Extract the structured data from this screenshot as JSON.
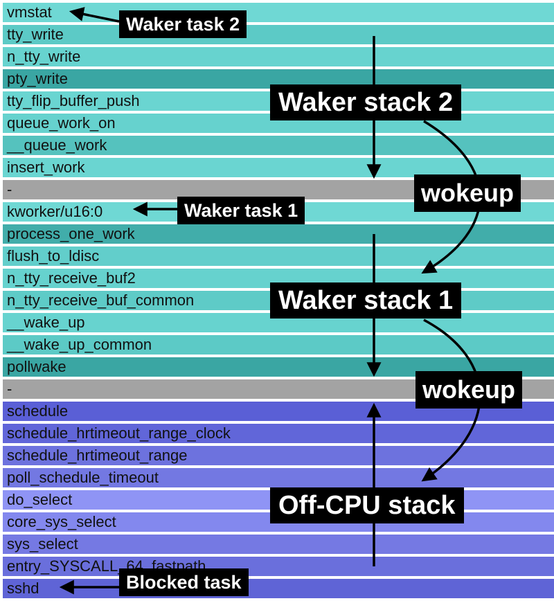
{
  "frames": [
    {
      "name": "vmstat",
      "color": "#6fd8d4"
    },
    {
      "name": "tty_write",
      "color": "#5ccac6"
    },
    {
      "name": "n_tty_write",
      "color": "#67d3cf"
    },
    {
      "name": "pty_write",
      "color": "#3aa6a3"
    },
    {
      "name": "tty_flip_buffer_push",
      "color": "#6ad5d1"
    },
    {
      "name": "queue_work_on",
      "color": "#66d2ce"
    },
    {
      "name": "__queue_work",
      "color": "#55c2be"
    },
    {
      "name": "insert_work",
      "color": "#6ad5d1"
    },
    {
      "name": "-",
      "color": "#a3a3a3"
    },
    {
      "name": "kworker/u16:0",
      "color": "#6fd8d4"
    },
    {
      "name": "process_one_work",
      "color": "#41adaa"
    },
    {
      "name": "flush_to_ldisc",
      "color": "#62cecb"
    },
    {
      "name": "n_tty_receive_buf2",
      "color": "#66d2ce"
    },
    {
      "name": "n_tty_receive_buf_common",
      "color": "#5ecbc7"
    },
    {
      "name": "__wake_up",
      "color": "#67d3cf"
    },
    {
      "name": "__wake_up_common",
      "color": "#5ccac6"
    },
    {
      "name": "pollwake",
      "color": "#3aa6a3"
    },
    {
      "name": "-",
      "color": "#a3a3a3"
    },
    {
      "name": "schedule",
      "color": "#5a5fd6"
    },
    {
      "name": "schedule_hrtimeout_range_clock",
      "color": "#6166d9"
    },
    {
      "name": "schedule_hrtimeout_range",
      "color": "#6d72de"
    },
    {
      "name": "poll_schedule_timeout",
      "color": "#7378e2"
    },
    {
      "name": "do_select",
      "color": "#8f94f5"
    },
    {
      "name": "core_sys_select",
      "color": "#8388ee"
    },
    {
      "name": "sys_select",
      "color": "#7579e3"
    },
    {
      "name": "entry_SYSCALL_64_fastpath",
      "color": "#6a6fdc"
    },
    {
      "name": "sshd",
      "color": "#5f64d6"
    }
  ],
  "labels": {
    "waker_task_2": "Waker task 2",
    "waker_stack_2": "Waker stack 2",
    "wakeup_upper": "wokeup",
    "waker_task_1": "Waker task 1",
    "waker_stack_1": "Waker stack 1",
    "wakeup_lower": "wokeup",
    "offcpu_stack": "Off-CPU stack",
    "blocked_task": "Blocked task"
  }
}
